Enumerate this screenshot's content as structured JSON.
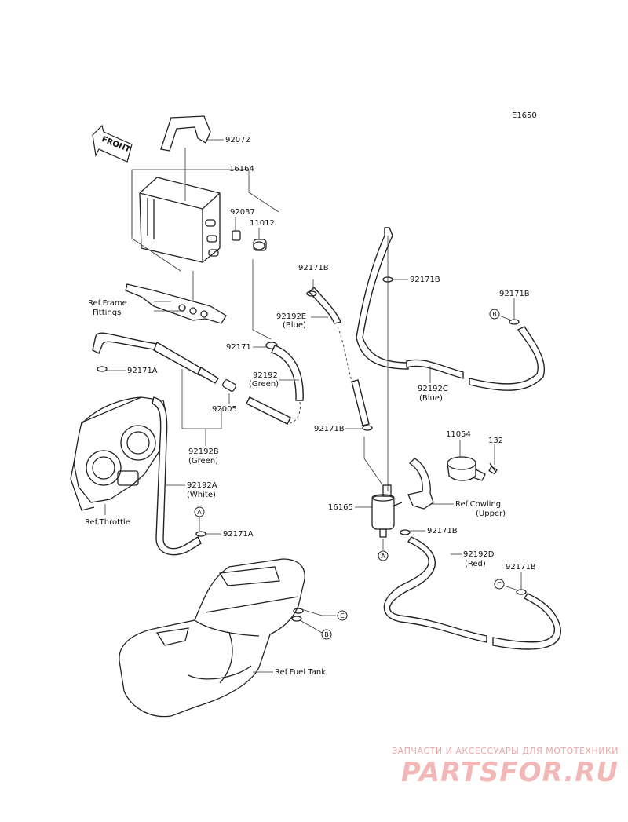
{
  "diagram_code": "E1650",
  "front_label": "FRONT",
  "parts": {
    "p92072": "92072",
    "p16164": "16164",
    "p92037": "92037",
    "p11012": "11012",
    "p92171B_a": "92171B",
    "p92171B_b": "92171B",
    "p92171B_c": "92171B",
    "p92171B_d": "92171B",
    "p92171B_e": "92171B",
    "p92171B_f": "92171B",
    "p92192E": "92192E",
    "p92192E_color": "(Blue)",
    "p92171": "92171",
    "p92192": "92192",
    "p92192_color": "(Green)",
    "p92171A_a": "92171A",
    "p92171A_b": "92171A",
    "p92005": "92005",
    "p92192B": "92192B",
    "p92192B_color": "(Green)",
    "p92192A": "92192A",
    "p92192A_color": "(White)",
    "p92192C": "92192C",
    "p92192C_color": "(Blue)",
    "p11054": "11054",
    "p132": "132",
    "p16165": "16165",
    "p92192D": "92192D",
    "p92192D_color": "(Red)"
  },
  "refs": {
    "frame_1": "Ref.Frame",
    "frame_2": "Fittings",
    "throttle": "Ref.Throttle",
    "cowling_1": "Ref.Cowling",
    "cowling_2": "(Upper)",
    "fuel_tank": "Ref.Fuel Tank"
  },
  "markers": {
    "A": "A",
    "B": "B",
    "C": "C"
  },
  "watermark": {
    "tagline": "ЗАПЧАСТИ И АКСЕССУАРЫ ДЛЯ МОТОТЕХНИКИ",
    "logo": "PARTSFOR.RU"
  }
}
